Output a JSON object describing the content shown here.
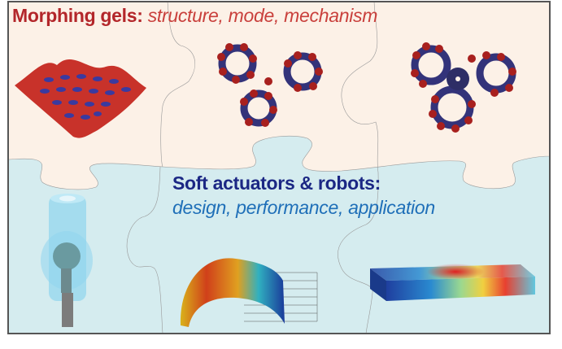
{
  "top_section": {
    "title_bold": "Morphing gels:",
    "title_italic": "structure, mode, mechanism"
  },
  "bottom_section": {
    "title_bold": "Soft actuators & robots:",
    "title_italic": "design, performance, application"
  },
  "colors": {
    "top_background": "#fcf1e7",
    "bottom_background": "#d5ecef",
    "top_title": "#b3262a",
    "bottom_title": "#1b2784",
    "bottom_subtitle": "#1f6fb8"
  }
}
